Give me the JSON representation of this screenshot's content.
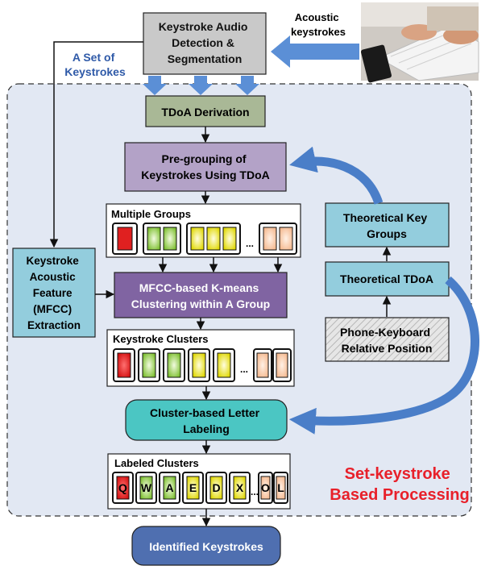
{
  "boxes": {
    "detection": {
      "lines": [
        "Keystroke Audio",
        "Detection &",
        "Segmentation"
      ],
      "color": "#c9c9c9"
    },
    "tdoa": {
      "lines": [
        "TDoA Derivation"
      ],
      "color": "#a9b896"
    },
    "pregroup": {
      "lines": [
        "Pre-grouping of",
        "Keystrokes Using TDoA"
      ],
      "color": "#b3a2c7"
    },
    "feature": {
      "lines": [
        "Keystroke",
        "Acoustic",
        "Feature",
        "(MFCC)",
        "Extraction"
      ],
      "color": "#93cddd"
    },
    "mfcc": {
      "lines": [
        "MFCC-based K-means",
        "Clustering within A Group"
      ],
      "color": "#8064a2"
    },
    "labeling": {
      "lines": [
        "Cluster-based Letter",
        "Labeling"
      ],
      "color": "#4bc6c3"
    },
    "identified": {
      "lines": [
        "Identified Keystrokes"
      ],
      "color": "#4f6fb0"
    },
    "key_groups": {
      "lines": [
        "Theoretical Key",
        "Groups"
      ],
      "color": "#93cddd"
    },
    "theory_tdoa": {
      "lines": [
        "Theoretical TDoA"
      ],
      "color": "#93cddd"
    },
    "phone_kb": {
      "lines": [
        "Phone-Keyboard",
        "Relative Position"
      ],
      "color": "#d9d9d9"
    }
  },
  "panels": {
    "multiple_groups": "Multiple Groups",
    "keystroke_clusters": "Keystroke Clusters",
    "labeled_clusters": "Labeled Clusters"
  },
  "letters": [
    "Q",
    "W",
    "A",
    "E",
    "D",
    "X",
    "O",
    "L"
  ],
  "ellipsis": "...",
  "texts": {
    "acoustic": [
      "Acoustic",
      "keystrokes"
    ],
    "set_of_keystrokes": [
      "A Set of",
      "Keystrokes"
    ],
    "processing": [
      "Set-keystroke",
      "Based Processing"
    ]
  },
  "colors": {
    "region_fill": "#e2e8f3",
    "flow_arrow": "#4a7ec8",
    "processing_text": "#e8202a",
    "set_text": "#2f5aa8",
    "red_key": "#e02020",
    "green_key": "#8dc63f",
    "yellow_key": "#e6e000",
    "peach_key": "#f9caa7"
  },
  "photo_icon": "hands-typing-photo"
}
